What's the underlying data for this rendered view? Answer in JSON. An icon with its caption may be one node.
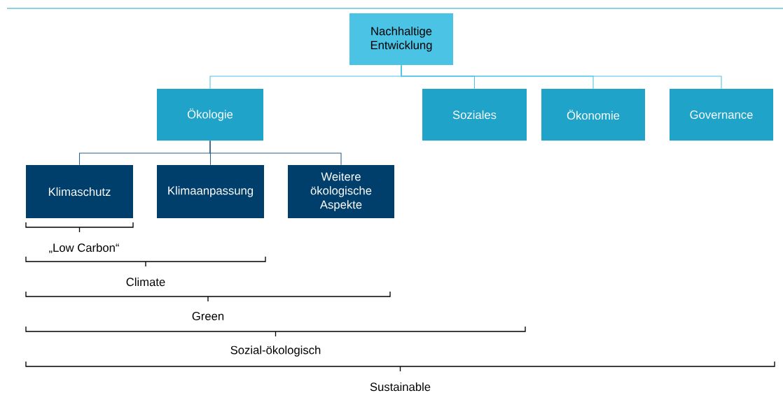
{
  "diagram": {
    "nodes": [
      {
        "text": [
          "Nachhaltige Entwicklung"
        ]
      },
      {
        "text": [
          "Ökologie"
        ]
      },
      {
        "text": [
          "Soziales"
        ]
      },
      {
        "text": [
          "Ökonomie"
        ]
      },
      {
        "text": [
          "Governance"
        ]
      },
      {
        "text": [
          "Klimaschutz"
        ]
      },
      {
        "text": [
          "Klimaanpassung"
        ]
      },
      {
        "text": [
          "Weitere ökologische Aspekte"
        ]
      }
    ],
    "edges": [
      {
        "from": 0,
        "to": 1,
        "arrow": "none"
      },
      {
        "from": 0,
        "to": 2,
        "arrow": "none"
      },
      {
        "from": 0,
        "to": 3,
        "arrow": "none"
      },
      {
        "from": 0,
        "to": 4,
        "arrow": "none"
      },
      {
        "from": 1,
        "to": 5,
        "arrow": "none",
        "color": "#2e5f86"
      },
      {
        "from": 1,
        "to": 6,
        "arrow": "none",
        "color": "#2e5f86"
      },
      {
        "from": 1,
        "to": 7,
        "arrow": "none",
        "color": "#2e5f86"
      }
    ],
    "labels": [
      "„Low Carbon“",
      "Climate",
      "Green",
      "Sozial-ökologisch",
      "Sustainable"
    ]
  }
}
